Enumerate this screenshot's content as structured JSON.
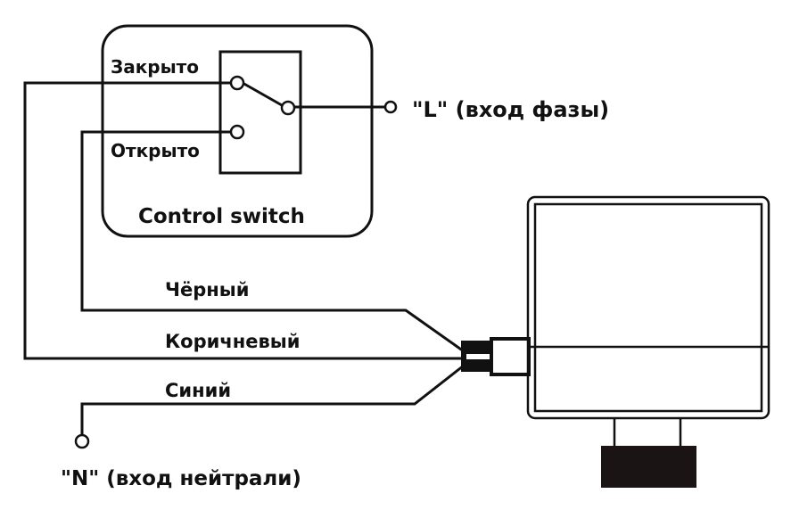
{
  "control_switch": {
    "title": "Control switch",
    "closed_label": "Закрыто",
    "open_label": "Открыто"
  },
  "terminals": {
    "line_label": "\"L\" (вход фазы)",
    "neutral_label": "\"N\" (вход нейтрали)"
  },
  "wires": {
    "black": "Чёрный",
    "brown": "Коричневый",
    "blue": "Синий"
  },
  "colors": {
    "line": "#111111",
    "background": "#ffffff"
  }
}
